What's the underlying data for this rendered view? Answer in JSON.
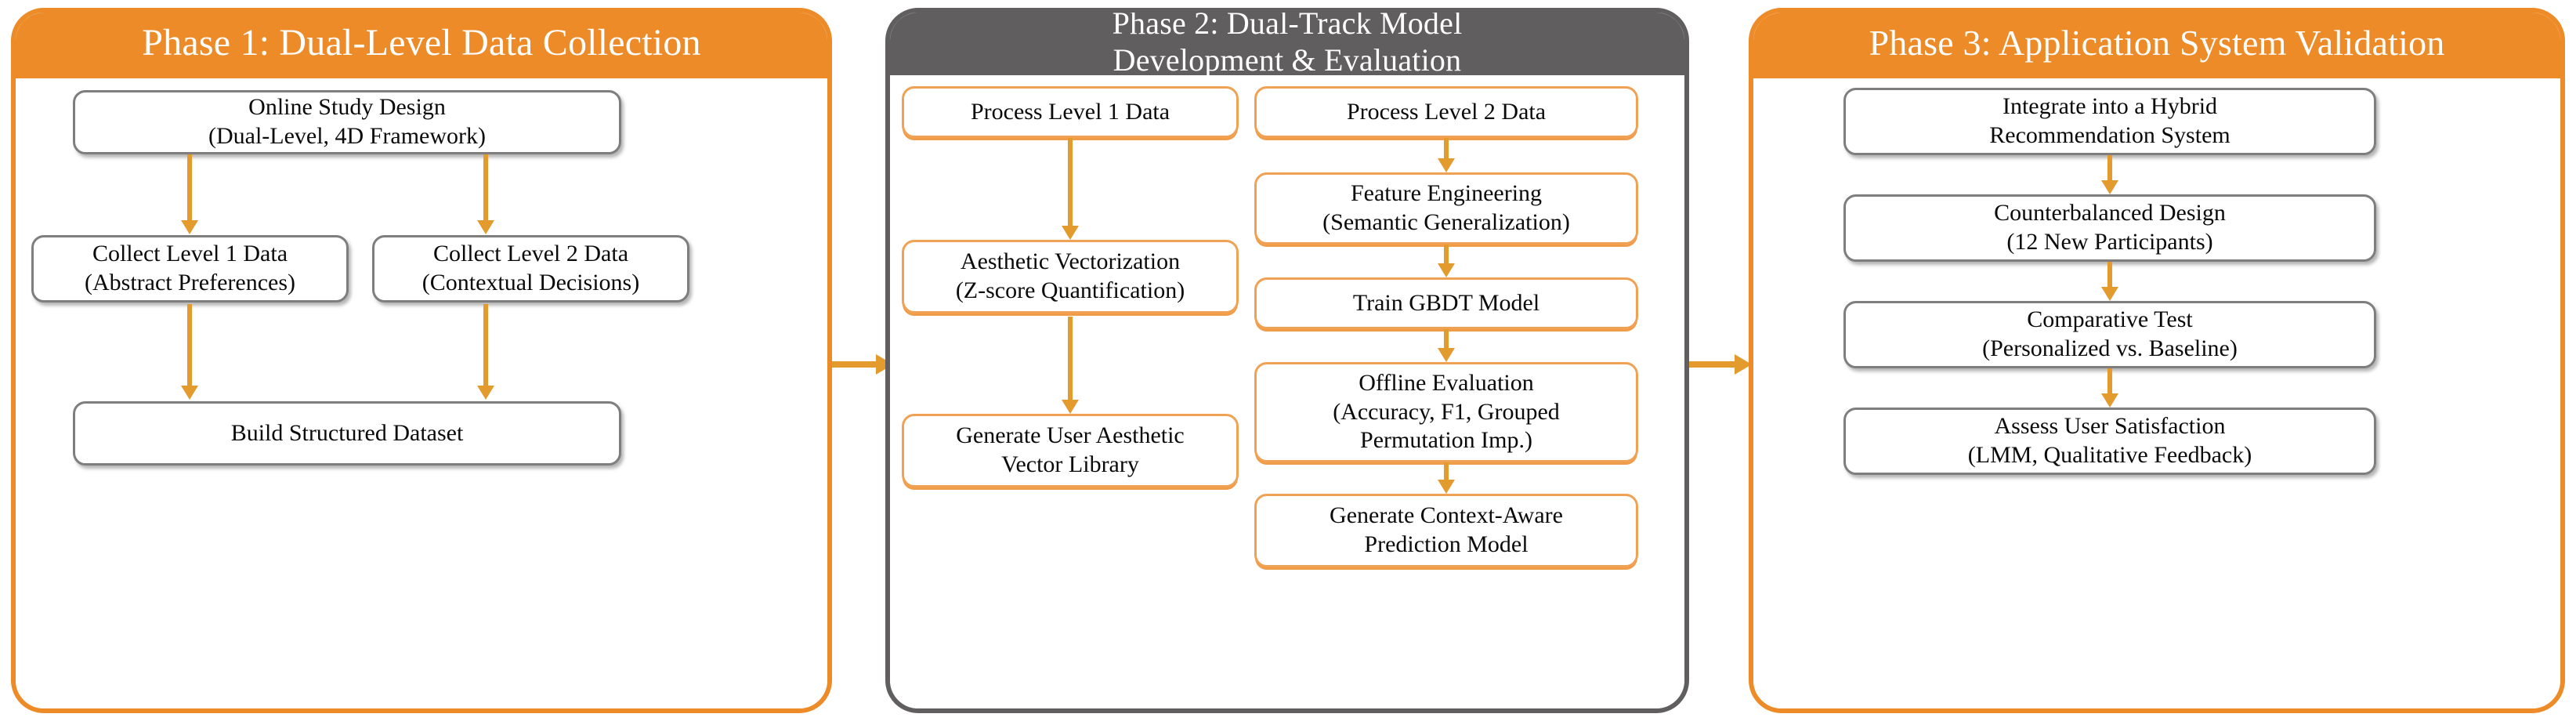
{
  "diagram": {
    "title": "Three-phase research methodology flowchart",
    "colors": {
      "phase1_header": "#ED8B28",
      "phase2_header": "#605E5F",
      "phase3_header": "#ED8B28",
      "arrow": "#E39B2E",
      "gray_node_border": "#7E7E7E",
      "orange_node_border": "#F0A254",
      "node_fill": "#FFFFFF",
      "canvas": "#FFFFFF"
    }
  },
  "phase1": {
    "header": "Phase 1: Dual-Level Data Collection",
    "nodes": {
      "design": "Online Study Design\n(Dual-Level, 4D Framework)",
      "level1": "Collect Level 1 Data\n(Abstract Preferences)",
      "level2": "Collect Level 2 Data\n(Contextual Decisions)",
      "dataset": "Build Structured Dataset"
    }
  },
  "phase2": {
    "header": "Phase 2: Dual-Track Model\nDevelopment & Evaluation",
    "track_left": {
      "process": "Process Level 1 Data",
      "vectorization": "Aesthetic Vectorization\n(Z-score Quantification)",
      "library": "Generate User Aesthetic\nVector Library"
    },
    "track_right": {
      "process": "Process Level 2 Data",
      "features": "Feature Engineering\n(Semantic Generalization)",
      "train": "Train GBDT Model",
      "evaluation": "Offline Evaluation\n(Accuracy, F1, Grouped\nPermutation Imp.)",
      "prediction": "Generate Context-Aware\nPrediction Model"
    }
  },
  "phase3": {
    "header": "Phase 3: Application System Validation",
    "nodes": {
      "integrate": "Integrate into a Hybrid\nRecommendation System",
      "design": "Counterbalanced Design\n(12 New Participants)",
      "test": "Comparative Test\n(Personalized vs. Baseline)",
      "assess": "Assess User Satisfaction\n(LMM, Qualitative Feedback)"
    }
  },
  "connectors": {
    "phase1_to_phase2": "arrow-right",
    "phase2_to_phase3": "arrow-right"
  }
}
